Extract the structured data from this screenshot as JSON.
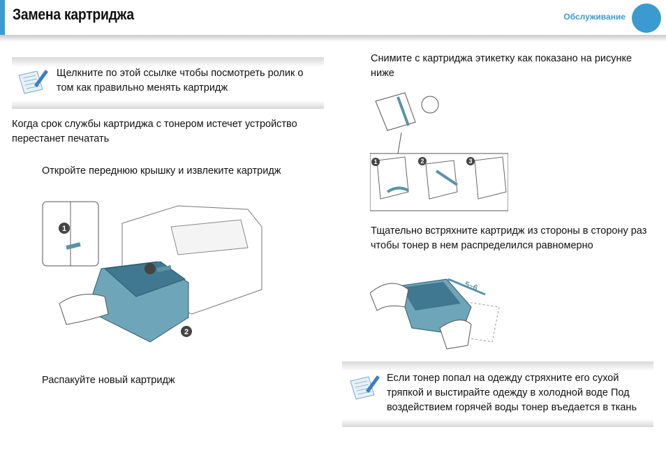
{
  "header": {
    "title": "Замена картриджа",
    "section": "Обслуживание"
  },
  "left": {
    "note1": "Щелкните по этой ссылке  чтобы посмотреть ролик о том  как правильно менять картридж",
    "intro": "Когда срок службы картриджа с тонером истечет  устройство перестанет печатать",
    "step1": "Откройте переднюю крышку и извлеките картридж",
    "step1_badges": [
      "1",
      "2"
    ],
    "step2": "Распакуйте новый картридж"
  },
  "right": {
    "step3": "Снимите с картриджа этикетку  как показано на рисунке ниже",
    "step3_badges": [
      "1",
      "2",
      "3"
    ],
    "step4": "Тщательно встряхните картридж из стороны в сторону       раз  чтобы тонер в нем распределился равномерно",
    "shake_label": "5~6",
    "note2": "Если тонер попал на одежду  стряхните его сухой тряпкой и выстирайте одежду в холодной воде  Под воздействием горячей воды тонер въедается в ткань"
  },
  "colors": {
    "accent": "#3a9bd0",
    "cartridge": "#5b93a8"
  }
}
